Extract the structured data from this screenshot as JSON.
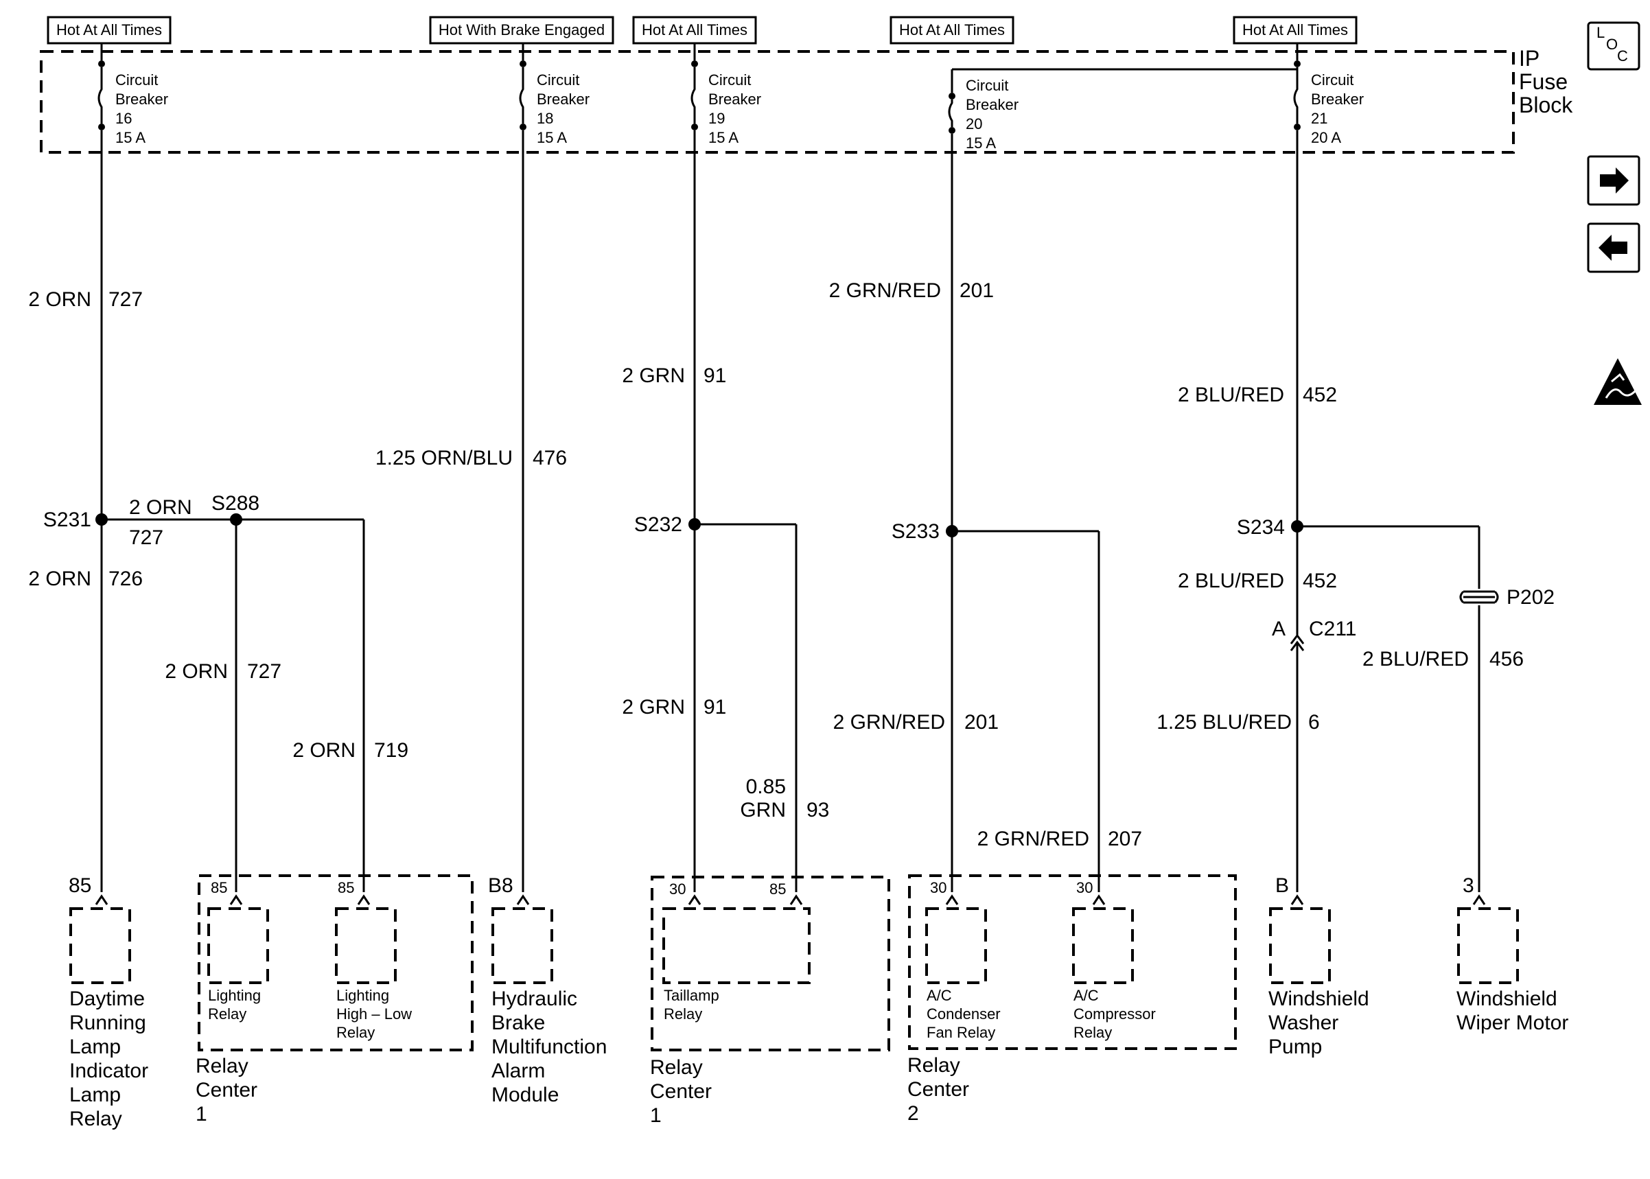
{
  "header": {
    "hot_labels": [
      "Hot At All Times",
      "Hot With Brake Engaged",
      "Hot At All Times",
      "Hot At All Times",
      "Hot At All Times"
    ],
    "fuse_block": [
      "IP",
      "Fuse",
      "Block"
    ]
  },
  "breakers": [
    {
      "lines": [
        "Circuit",
        "Breaker",
        "16",
        "15 A"
      ]
    },
    {
      "lines": [
        "Circuit",
        "Breaker",
        "18",
        "15 A"
      ]
    },
    {
      "lines": [
        "Circuit",
        "Breaker",
        "19",
        "15 A"
      ]
    },
    {
      "lines": [
        "Circuit",
        "Breaker",
        "20",
        "15 A"
      ]
    },
    {
      "lines": [
        "Circuit",
        "Breaker",
        "21",
        "20 A"
      ]
    }
  ],
  "wires": {
    "w727_top": {
      "gauge": "2 ORN",
      "circuit": "727"
    },
    "w727_branch": {
      "gauge": "2 ORN",
      "circuit": "727"
    },
    "w726": {
      "gauge": "2 ORN",
      "circuit": "726"
    },
    "w727_down": {
      "gauge": "2 ORN",
      "circuit": "727"
    },
    "w719": {
      "gauge": "2 ORN",
      "circuit": "719"
    },
    "w476": {
      "gauge": "1.25 ORN/BLU",
      "circuit": "476"
    },
    "w91_top": {
      "gauge": "2 GRN",
      "circuit": "91"
    },
    "w91_bottom": {
      "gauge": "2 GRN",
      "circuit": "91"
    },
    "w93": {
      "gauge_line1": "0.85",
      "gauge_line2": "GRN",
      "circuit": "93"
    },
    "w201_top": {
      "gauge": "2 GRN/RED",
      "circuit": "201"
    },
    "w201_bottom": {
      "gauge": "2 GRN/RED",
      "circuit": "201"
    },
    "w207": {
      "gauge": "2 GRN/RED",
      "circuit": "207"
    },
    "w452_top": {
      "gauge": "2 BLU/RED",
      "circuit": "452"
    },
    "w452_mid": {
      "gauge": "2 BLU/RED",
      "circuit": "452"
    },
    "w6": {
      "gauge": "1.25 BLU/RED",
      "circuit": "6"
    },
    "w456": {
      "gauge": "2 BLU/RED",
      "circuit": "456"
    }
  },
  "splices": {
    "s231": "S231",
    "s288": "S288",
    "s232": "S232",
    "s233": "S233",
    "s234": "S234"
  },
  "connectors": {
    "c211": "C211",
    "c211_pin": "A",
    "p202": "P202"
  },
  "terminals": {
    "drl": "85",
    "lighting_relay": "85",
    "high_low_relay": "85",
    "hbm": "B8",
    "taillamp_30": "30",
    "taillamp_85": "85",
    "condenser": "30",
    "compressor": "30",
    "washer": "B",
    "wiper": "3"
  },
  "components": {
    "drl": [
      "Daytime",
      "Running",
      "Lamp",
      "Indicator",
      "Lamp",
      "Relay"
    ],
    "lighting_relay": [
      "Lighting",
      "Relay"
    ],
    "high_low_relay": [
      "Lighting",
      "High – Low",
      "Relay"
    ],
    "relay_center_1a": [
      "Relay",
      "Center",
      "1"
    ],
    "hbm": [
      "Hydraulic",
      "Brake",
      "Multifunction",
      "Alarm",
      "Module"
    ],
    "taillamp_relay": [
      "Taillamp",
      "Relay"
    ],
    "relay_center_1b": [
      "Relay",
      "Center",
      "1"
    ],
    "condenser_relay": [
      "A/C",
      "Condenser",
      "Fan Relay"
    ],
    "compressor_relay": [
      "A/C",
      "Compressor",
      "Relay"
    ],
    "relay_center_2": [
      "Relay",
      "Center",
      "2"
    ],
    "washer": [
      "Windshield",
      "Washer",
      "Pump"
    ],
    "wiper": [
      "Windshield",
      "Wiper Motor"
    ]
  },
  "sidebar": {
    "loc_l": "L",
    "loc_o": "O",
    "loc_c": "C",
    "next_icon": "arrow-right-icon",
    "prev_icon": "arrow-left-icon",
    "esd_icon": "esd-warning-icon"
  }
}
